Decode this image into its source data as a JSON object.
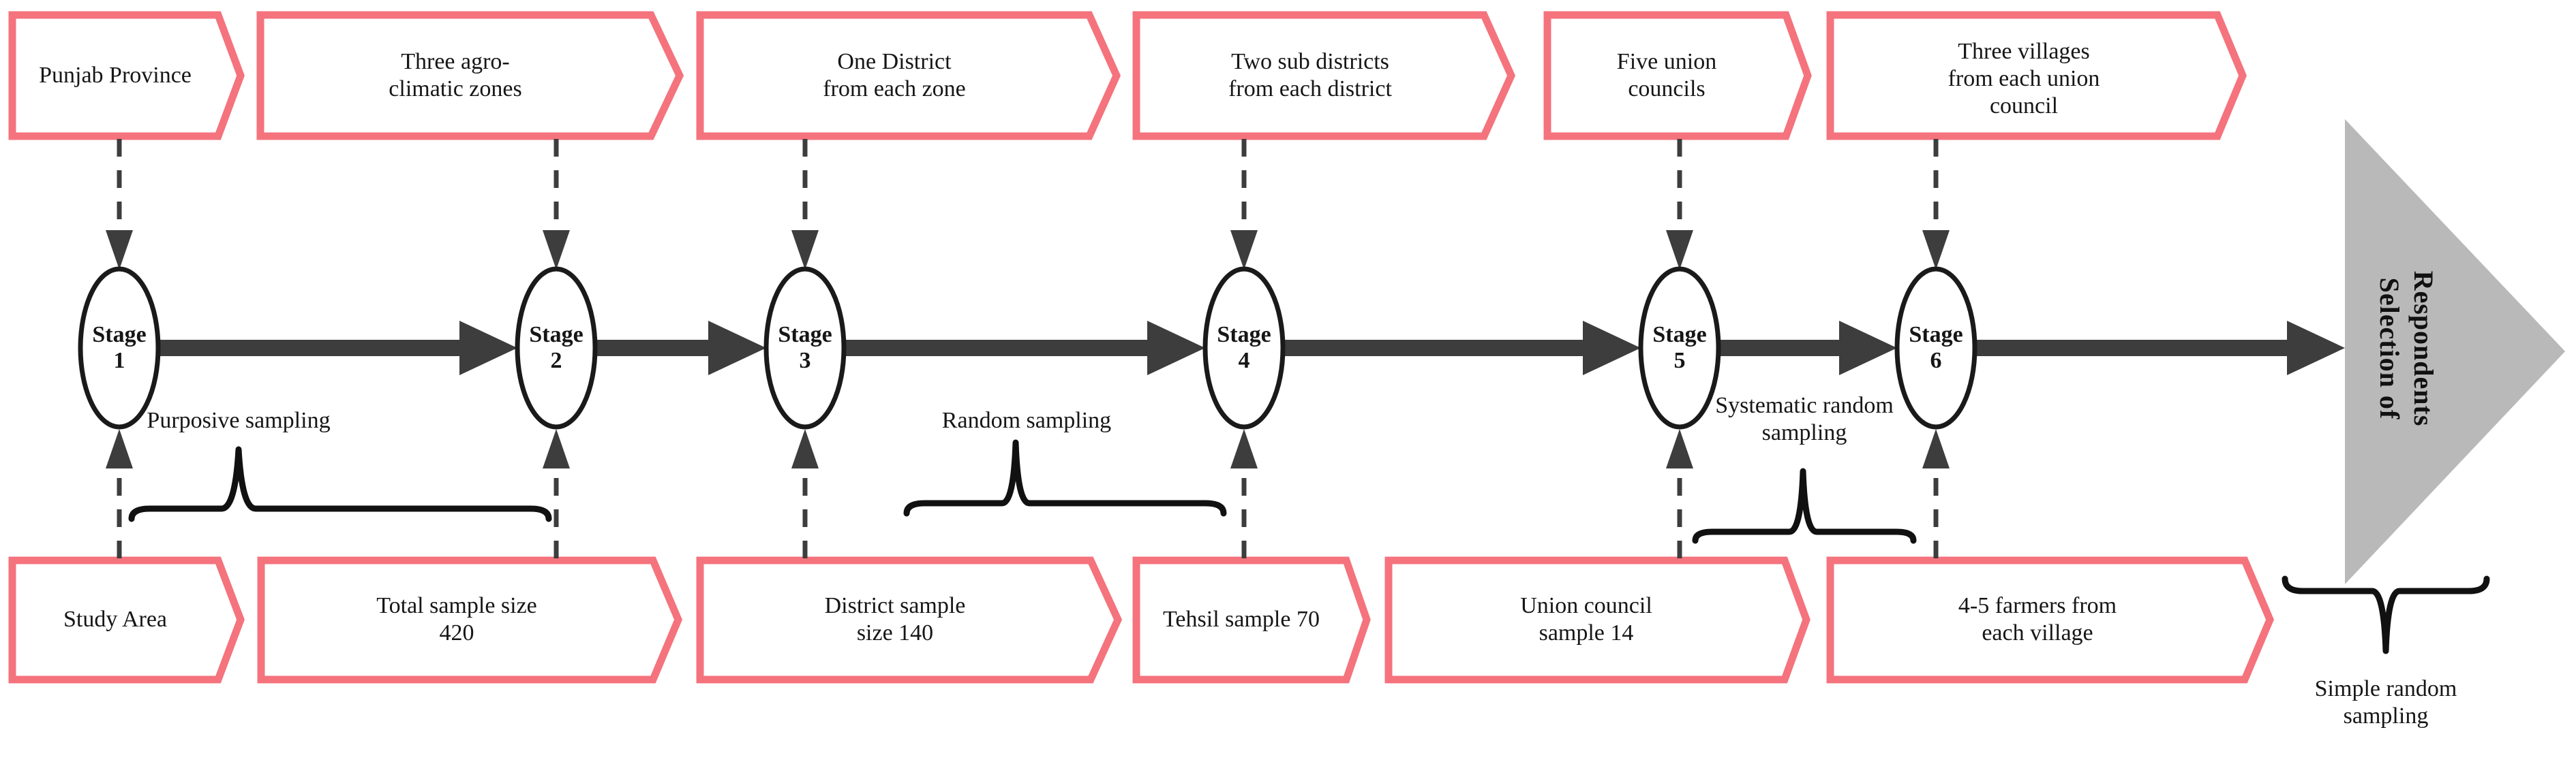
{
  "top_banners": [
    {
      "label": "Punjab Province"
    },
    {
      "label": "Three agro-\nclimatic zones"
    },
    {
      "label": "One District\nfrom each zone"
    },
    {
      "label": "Two sub districts\nfrom each district"
    },
    {
      "label": "Five union\ncouncils"
    },
    {
      "label": "Three villages\nfrom each union\ncouncil"
    }
  ],
  "stages": [
    {
      "label": "Stage\n1"
    },
    {
      "label": "Stage\n2"
    },
    {
      "label": "Stage\n3"
    },
    {
      "label": "Stage\n4"
    },
    {
      "label": "Stage\n5"
    },
    {
      "label": "Stage\n6"
    }
  ],
  "bottom_banners": [
    {
      "label": "Study Area"
    },
    {
      "label": "Total sample size\n420"
    },
    {
      "label": "District sample\nsize 140"
    },
    {
      "label": "Tehsil sample 70"
    },
    {
      "label": "Union council\nsample 14"
    },
    {
      "label": "4-5 farmers from\neach village"
    }
  ],
  "sampling_methods": [
    {
      "label": "Purposive sampling"
    },
    {
      "label": "Random sampling"
    },
    {
      "label": "Systematic random\nsampling"
    },
    {
      "label": "Simple random\nsampling"
    }
  ],
  "endpoint": {
    "label": "Selection of\nRespondents"
  },
  "colors": {
    "banner_border": "#f4737d",
    "banner_fill": "#ffffff",
    "stage_stroke": "#1a1a1a",
    "arrow": "#3d3d3d",
    "brace": "#111111",
    "triangle_fill": "#b9b9b9",
    "text": "#161616"
  }
}
